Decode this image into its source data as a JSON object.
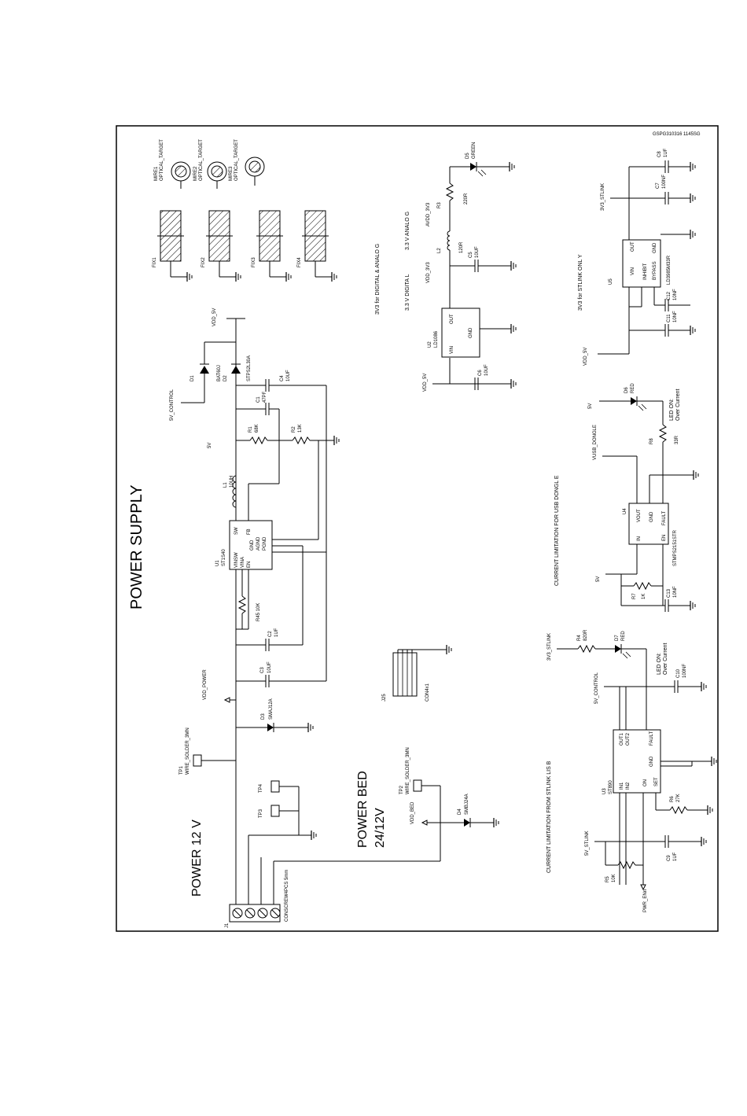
{
  "title": "POWER SUPPLY",
  "ref": "GSPG310316 1145SG",
  "sections": {
    "power12": "POWER 12 V",
    "powerbed": "POWER BED",
    "powerbed2": "24/12V",
    "digital_analog": "3V3 for DIGITAL & ANALO   G",
    "digital": "3.3 V DIGITA  L",
    "analog": "3.3 V ANALO  G",
    "stlink_only": "3V3 for STLINK ONL  Y",
    "usb_dongle": "CURRENT LIMITATION FOR USB DONGL     E",
    "stlink_current": "CURRENT LIMITATION FROM STLINK LIS    B"
  },
  "nets": {
    "vdd_5v": "VDD_5V",
    "v5_control": "5V_CONTROL",
    "v5": "5V",
    "vdd_power": "VDD_POWER",
    "vdd_bed": "VDD_BED",
    "vdd_3v3": "VDD_3V3",
    "avdd_3v3": "AVDD_3V3",
    "v3_stlink": "3V3_STLINK",
    "v5_stlink": "5V_STLINK",
    "vusb_dongle": "VUSB_DONGLE",
    "pwr_en": "PWR_ENn"
  },
  "parts": {
    "mire1": "MIRE1",
    "mire2": "MIRE2",
    "mire3": "MIRE3",
    "optical": "OPTICAL_TARGET",
    "fix1": "FIX1",
    "fix2": "FIX2",
    "fix3": "FIX3",
    "fix4": "FIX4",
    "d1": "D1",
    "d1v": "BAT60J",
    "d2": "D2",
    "d2v": "STPS2L30A",
    "d3": "D3",
    "d3v": "SMAJ12A",
    "d4": "D4",
    "d4v": "SMBJ24A",
    "d5": "D5",
    "d5v": "GREEN",
    "d6": "D6",
    "d6v": "RED",
    "d7": "D7",
    "d7v": "RED",
    "c1": "C1",
    "c1v": "47PF",
    "c2": "C2",
    "c2v": "1UF",
    "c3": "C3",
    "c3v": "10UF",
    "c4": "C4",
    "c4v": "10UF",
    "c5": "C5",
    "c5v": "10UF",
    "c6": "C6",
    "c6v": "10UF",
    "c7": "C7",
    "c7v": "100NF",
    "c8": "C8",
    "c8v": "1UF",
    "c9": "C9",
    "c9v": "1UF",
    "c10": "C10",
    "c10v": "100NF",
    "c11": "C11",
    "c11v": "10NF",
    "c12": "C12",
    "c12v": "10NF",
    "c13": "C13",
    "c13v": "10NF",
    "r1": "R1",
    "r1v": "68K",
    "r2": "R2",
    "r2v": "13K",
    "r3": "R3",
    "r3v": "220R",
    "r4": "R4",
    "r4v": "820R",
    "r5": "R5",
    "r5v": "10K",
    "r6": "R6",
    "r6v": "27K",
    "r7": "R7",
    "r7v": "1K",
    "r8": "R8",
    "r8v": "33R",
    "r45": "R45 10K",
    "l1": "L1",
    "l1v": "10UH",
    "l2": "L2",
    "l2v": "120R",
    "u1": "U1",
    "u1v": "ST1S40",
    "u2": "U2",
    "u2v": "LD1086",
    "u3": "U3",
    "u3v": "ST890",
    "u4": "U4",
    "u4v": "STMPS2151STR",
    "u5": "U5",
    "u5v": "LD3985M33R",
    "j1": "J1",
    "j1v": "CONSCREW4PCS 5mm",
    "j25": "J25",
    "j25v": "CON4x1",
    "tp1": "TP1",
    "tp1v": "WIRE_SOLDER_3MN",
    "tp2": "TP2",
    "tp2v": "WIRE_SOLDER_3MN",
    "tp3": "TP3",
    "tp4": "TP4"
  },
  "pins": {
    "u1": [
      "SW",
      "FB",
      "AGND",
      "PGND",
      "GND",
      "VINSW",
      "VINA",
      "EN"
    ],
    "u2": [
      "VIN",
      "OUT",
      "GND"
    ],
    "u3": [
      "IN1",
      "IN2",
      "OUT1",
      "OUT2",
      "FAULT",
      "ON",
      "SET",
      "GND"
    ],
    "u4": [
      "IN",
      "VOUT",
      "GND",
      "EN",
      "FAULT"
    ],
    "u5": [
      "VIN",
      "OUT",
      "INHIBIT",
      "BYPASS",
      "GND"
    ]
  },
  "notes": {
    "led_on": "LED ON:",
    "over_current": "Over Current"
  }
}
